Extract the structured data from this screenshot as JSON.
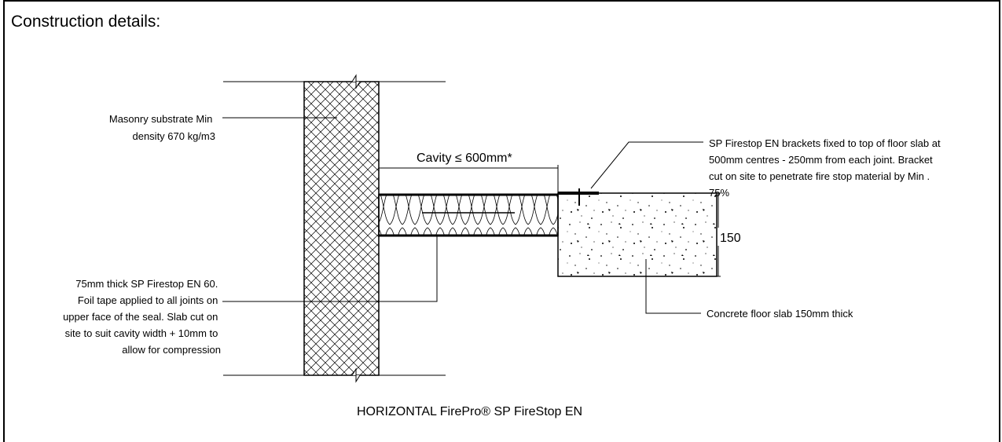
{
  "heading": "Construction details:",
  "labels": {
    "masonry": [
      "Masonry substrate Min",
      "density 670 kg/m3"
    ],
    "cavity": "Cavity ≤ 600mm*",
    "brackets": [
      "SP Firestop EN brackets fixed to top of floor slab at",
      "500mm centres - 250mm from each joint. Bracket",
      "cut on site to penetrate fire stop material by Min .",
      "75%"
    ],
    "dimension": "150",
    "firestop": [
      "75mm thick SP Firestop EN 60.",
      "Foil tape applied to all joints on",
      "upper face of the seal. Slab cut on",
      "site to suit cavity width + 10mm to",
      "allow for compression"
    ],
    "slab": "Concrete floor slab 150mm thick",
    "caption": "HORIZONTAL FirePro® SP FireStop EN"
  }
}
